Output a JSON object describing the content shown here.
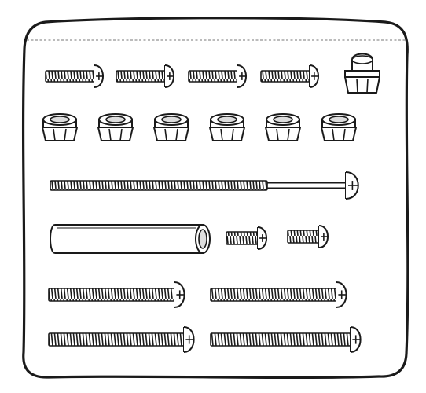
{
  "figure": {
    "description_visible_text": "",
    "stroke_color": "#1a1a1a",
    "fill_color": "#ffffff",
    "dash_color": "#777777",
    "shading_color": "#dddddd"
  },
  "hardware": {
    "machine_screws_short": {
      "count": 4
    },
    "cap_nut": {
      "count": 1
    },
    "lock_nuts": {
      "count": 6
    },
    "long_bolt": {
      "count": 1
    },
    "spacer_tube": {
      "count": 1
    },
    "small_screws": {
      "count": 2
    },
    "medium_bolts": {
      "count": 4
    }
  }
}
